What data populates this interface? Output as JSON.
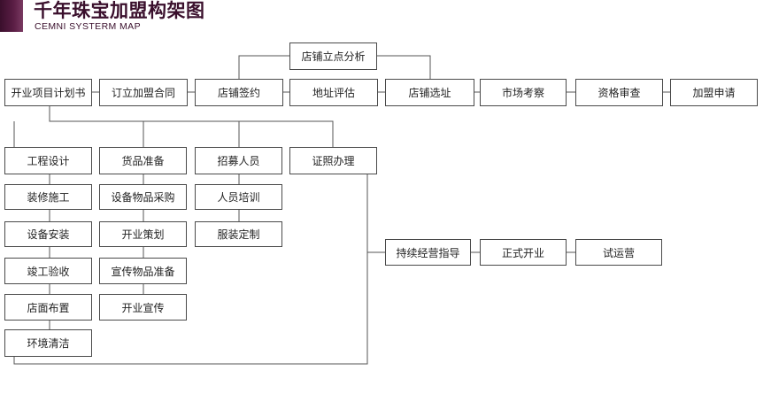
{
  "header": {
    "title": "千年珠宝加盟构架图",
    "subtitle": "CEMNI SYSTERM MAP",
    "accent_color": "#3a0f2c"
  },
  "nodes": {
    "site_analysis": "店铺立点分析",
    "business_plan": "开业项目计划书",
    "sign_contract": "订立加盟合同",
    "store_signing": "店铺签约",
    "address_eval": "地址评估",
    "store_selection": "店铺选址",
    "market_survey": "市场考察",
    "qualification_review": "资格审查",
    "franchise_apply": "加盟申请",
    "engineering_design": "工程设计",
    "goods_prep": "货品准备",
    "recruit_staff": "招募人员",
    "license_process": "证照办理",
    "decoration": "装修施工",
    "equipment_purchase": "设备物品采购",
    "staff_training": "人员培训",
    "equipment_install": "设备安装",
    "opening_plan": "开业策划",
    "uniform_custom": "服装定制",
    "completion_check": "竣工验收",
    "promo_materials": "宣传物品准备",
    "store_layout": "店面布置",
    "opening_promo": "开业宣传",
    "env_cleaning": "环境清洁",
    "ongoing_guidance": "持续经营指导",
    "formal_opening": "正式开业",
    "trial_operation": "试运营"
  }
}
